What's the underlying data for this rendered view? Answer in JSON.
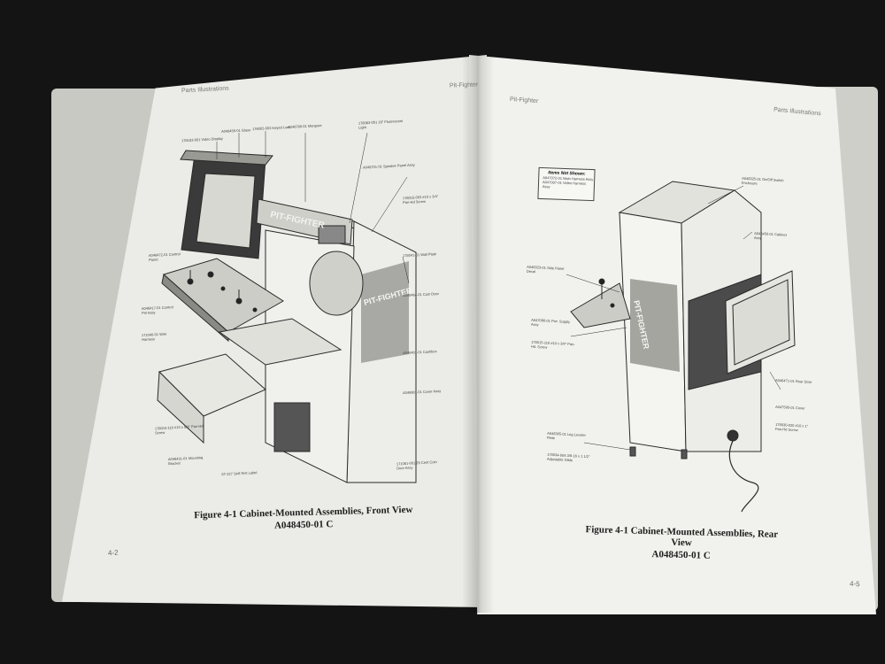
{
  "book": {
    "left_header": "Parts Illustrations",
    "left_header_right": "Pit-Fighter",
    "right_header_left": "Pit-Fighter",
    "right_header": "Parts Illustrations",
    "left_page_number": "4-2",
    "right_page_number": "4-5"
  },
  "left_figure": {
    "caption_title": "Figure 4-1  Cabinet-Mounted Assemblies, Front View",
    "caption_number": "A048450-01  C",
    "marquee_text": "PIT-FIGHTER",
    "side_art_text": "PIT-FIGHTER",
    "callouts": [
      "178183-001 Video Display",
      "A048455-01 Glass",
      "176002-003 Keyed Lock",
      "A046780-01 Marquee",
      "178083-001 18\" Fluorescent Light",
      "A048701-01 Speaker Panel Assy",
      "178015-003 #10 x 3/4\" Pan-Hd Screw",
      "A046472-01 Control Panel",
      "178041-01 Wall Plate",
      "A048464-01 Coin Door",
      "A046601-01 Cover Assy",
      "171061-001 25 Cent Coin Door Assy",
      "A046417-01 Control Pnl Assy",
      "171040-01 Wire Harness",
      "178015-110 #10 x 5/8\" Pan-Hd Screw",
      "ST-227 Self-Test Label",
      "A046401-01 Cashbox",
      "A046431-01 Mounting Bracket"
    ]
  },
  "right_figure": {
    "caption_title": "Figure 4-1  Cabinet-Mounted Assemblies, Rear View",
    "caption_number": "A048450-01  C",
    "side_art_text": "PIT-FIGHTER",
    "notshown_title": "Items Not Shown:",
    "notshown_items": [
      "A047072-01 Main Harness Assy",
      "A047007-01 Video Harness Assy"
    ],
    "callouts": [
      "A046325-01 On/Off Switch Enclosure",
      "A046450-01 Cabinet Assy",
      "A047096-01 Pwr. Supply Assy",
      "178015-116 #10 x 3/4\" Pan-Hd. Screw",
      "A046323-01 Side Panel Decal",
      "A046471-01 Rear Door",
      "A047595-01 Cover",
      "178030-020 #10 x 1\" Pan-Hd Screw",
      "A046305-01 Leg Leveler Plate",
      "178034-004 3/8-16 x 1 1/2\" Adjustable Glide"
    ]
  }
}
